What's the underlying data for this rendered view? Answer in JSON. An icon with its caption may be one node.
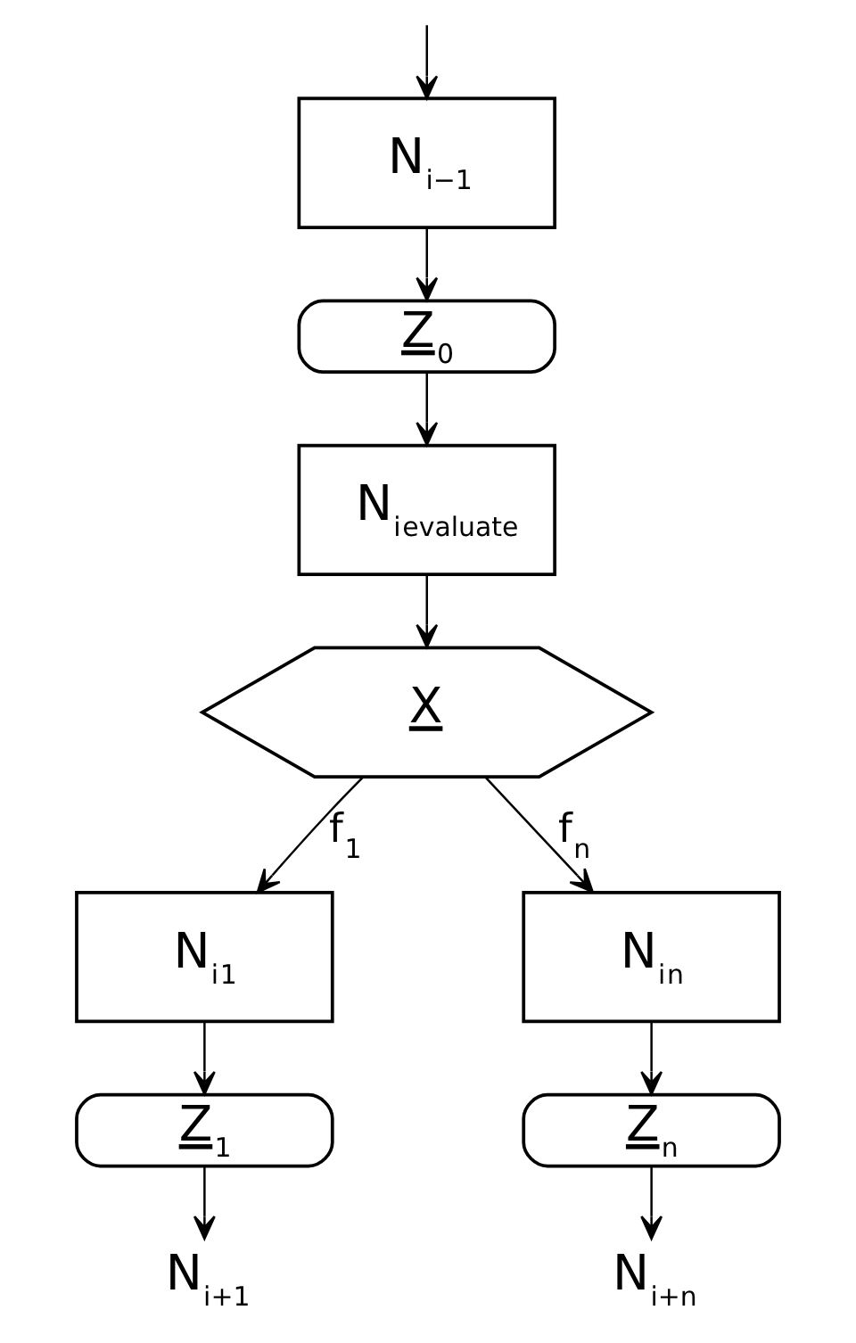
{
  "diagram": {
    "nodes": [
      {
        "text": [
          "N$_{i−1}$"
        ]
      },
      {
        "text": [
          "Z$_{0}$"
        ]
      },
      {
        "text": [
          "N$_{i}$$_{evaluate}$"
        ]
      },
      {
        "text": [
          "X"
        ]
      },
      {
        "text": [
          "N$_{i}$$_{1}$"
        ]
      },
      {
        "text": [
          "Z$_{1}$"
        ]
      },
      {
        "text": [
          "N$_{i}$$_{n}$"
        ]
      },
      {
        "text": [
          "Z$_{n}$"
        ]
      },
      {
        "text": [
          "N$_{i+1}$"
        ]
      },
      {
        "text": [
          "N$_{i+n}$"
        ]
      }
    ],
    "edges": [
      {
        "from": null,
        "to": 0,
        "arrow": "to"
      },
      {
        "from": 0,
        "to": 1,
        "arrow": "to"
      },
      {
        "from": 1,
        "to": 2,
        "arrow": "to"
      },
      {
        "from": 2,
        "to": 3,
        "arrow": "to"
      },
      {
        "from": 3,
        "to": 4,
        "arrow": "to",
        "label": "f$_{1}$"
      },
      {
        "from": 3,
        "to": 6,
        "arrow": "to",
        "label": "f$_{n}$"
      },
      {
        "from": 4,
        "to": 5,
        "arrow": "to"
      },
      {
        "from": 6,
        "to": 7,
        "arrow": "to"
      },
      {
        "from": 5,
        "to": 8,
        "arrow": "to"
      },
      {
        "from": 7,
        "to": 9,
        "arrow": "to"
      }
    ]
  }
}
